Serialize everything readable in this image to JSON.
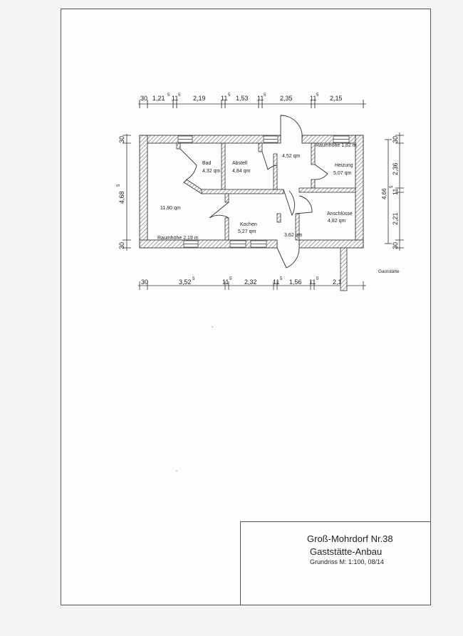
{
  "top_dimensions": [
    "30",
    "1,21",
    "5",
    "11",
    "5",
    "2,19",
    "11",
    "5",
    "1,53",
    "11",
    "5",
    "2,35",
    "11",
    "5",
    "2,15"
  ],
  "bottom_dimensions": [
    "30",
    "3,52",
    "5",
    "11",
    "5",
    "2,32",
    "11",
    "5",
    "1,56",
    "11",
    "5",
    "2,15"
  ],
  "left_dimensions": [
    "30",
    "4,68",
    "5",
    "30"
  ],
  "right_dimensions": [
    "30",
    "2,36",
    "4,66",
    "11",
    "5",
    "2,21",
    "30"
  ],
  "rooms": [
    {
      "name": "Bad",
      "area": "4,32 qm"
    },
    {
      "name": "Abstell",
      "area": "4,84 qm"
    },
    {
      "name": "",
      "area": "4,52 qm"
    },
    {
      "name": "Heizung",
      "area": "5,07 qm"
    },
    {
      "name": "",
      "area": "11,80 qm"
    },
    {
      "name": "Kochen",
      "area": "5,27 qm"
    },
    {
      "name": "",
      "area": "3,62 qm"
    },
    {
      "name": "Anschlüsse",
      "area": "4,82 qm"
    }
  ],
  "ceiling_heights": [
    "Raumhöhe 1,82 m",
    "Raumhöhe 2,19 m"
  ],
  "adjacent_label": "Gaststätte",
  "title_block": {
    "line1": "Groß-Mohrdorf Nr.38",
    "line2": "Gaststätte-Anbau",
    "line3": "Grundriss M: 1:100, 08/14"
  }
}
